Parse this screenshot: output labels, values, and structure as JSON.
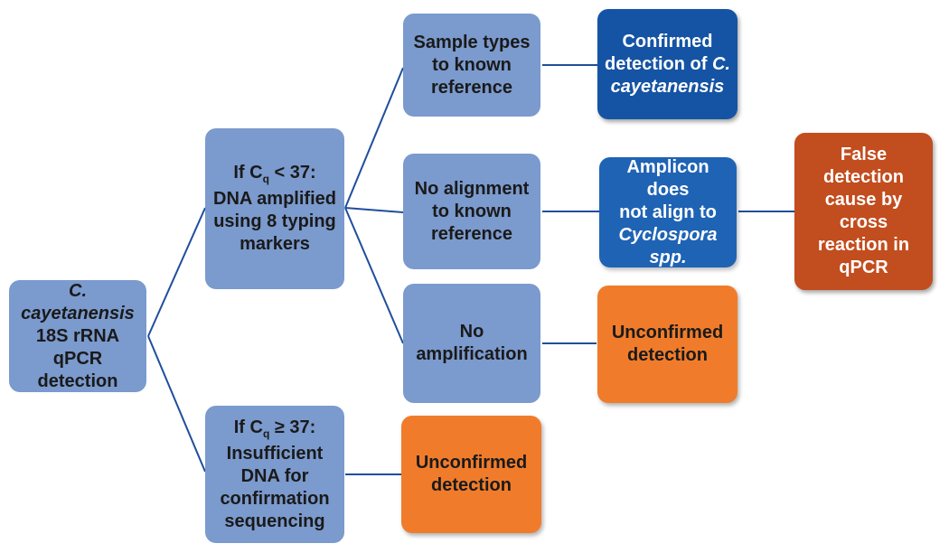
{
  "diagram": {
    "type": "flowchart",
    "colors": {
      "input_node": "#7b9acd",
      "confirmed": "#1554a4",
      "non_alignment": "#1f63b5",
      "unconfirmed": "#f07c2b",
      "false_detection": "#c24d1e",
      "connector": "#1f4e9c"
    },
    "nodes": {
      "root": {
        "lines": [
          {
            "text": "C.",
            "italic": true
          },
          {
            "text": "cayetanensis",
            "italic": true
          },
          {
            "text": "18S rRNA qPCR"
          },
          {
            "text": "detection"
          }
        ]
      },
      "cq_low": {
        "title_prefix": "If C",
        "title_sub": "q",
        "title_suffix": " < 37:",
        "lines": [
          "DNA amplified",
          "using 8 typing",
          "markers"
        ]
      },
      "cq_high": {
        "title_prefix": "If C",
        "title_sub": "q",
        "title_suffix": " ≥ 37:",
        "lines": [
          "Insufficient",
          "DNA for",
          "confirmation",
          "sequencing"
        ]
      },
      "sample_types": {
        "lines": [
          "Sample types",
          "to known",
          "reference"
        ]
      },
      "no_alignment": {
        "lines": [
          "No alignment",
          "to known",
          "reference"
        ]
      },
      "no_amplification": {
        "lines": [
          "No",
          "amplification"
        ]
      },
      "confirmed": {
        "line1": "Confirmed",
        "line2_plain": "detection of ",
        "line2_italic": "C.",
        "line3_italic": "cayetanensis"
      },
      "amplicon": {
        "line1": "Amplicon does",
        "line2": "not align to",
        "line3_italic": "Cyclospora",
        "line4_italic": "spp."
      },
      "false_detection": {
        "lines": [
          "False",
          "detection",
          "cause by cross",
          "reaction in",
          "qPCR"
        ]
      },
      "unconfirmed_a": {
        "lines": [
          "Unconfirmed",
          "detection"
        ]
      },
      "unconfirmed_b": {
        "lines": [
          "Unconfirmed",
          "detection"
        ]
      }
    },
    "edges": [
      {
        "from": "root",
        "to": "cq_low"
      },
      {
        "from": "root",
        "to": "cq_high"
      },
      {
        "from": "cq_low",
        "to": "sample_types"
      },
      {
        "from": "cq_low",
        "to": "no_alignment"
      },
      {
        "from": "cq_low",
        "to": "no_amplification"
      },
      {
        "from": "sample_types",
        "to": "confirmed"
      },
      {
        "from": "no_alignment",
        "to": "amplicon"
      },
      {
        "from": "amplicon",
        "to": "false_detection"
      },
      {
        "from": "no_amplification",
        "to": "unconfirmed_a"
      },
      {
        "from": "cq_high",
        "to": "unconfirmed_b"
      }
    ]
  }
}
